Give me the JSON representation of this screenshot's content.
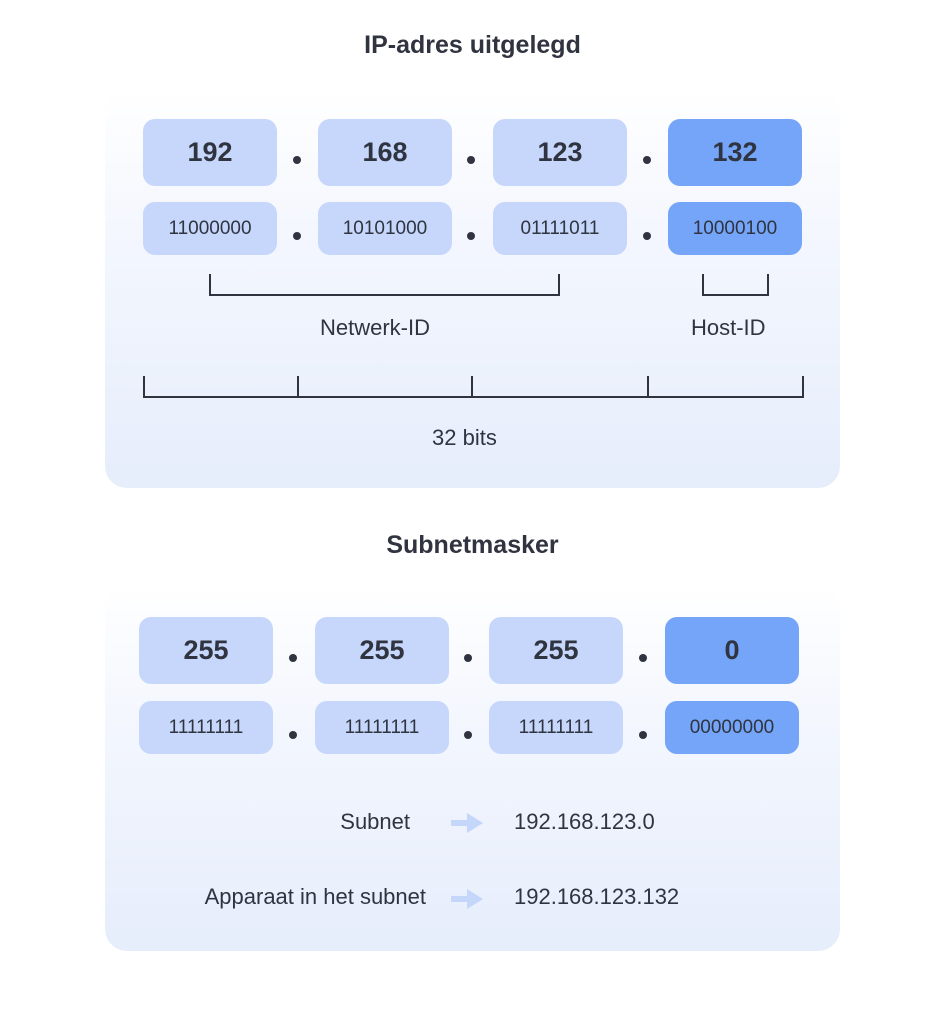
{
  "ip_section": {
    "title": "IP-adres uitgelegd",
    "octets": [
      {
        "decimal": "192",
        "binary": "11000000"
      },
      {
        "decimal": "168",
        "binary": "10101000"
      },
      {
        "decimal": "123",
        "binary": "01111011"
      },
      {
        "decimal": "132",
        "binary": "10000100"
      }
    ],
    "separator": ".",
    "network_label": "Netwerk-ID",
    "host_label": "Host-ID",
    "bits_label": "32 bits"
  },
  "mask_section": {
    "title": "Subnetmasker",
    "octets": [
      {
        "decimal": "255",
        "binary": "11111111"
      },
      {
        "decimal": "255",
        "binary": "11111111"
      },
      {
        "decimal": "255",
        "binary": "11111111"
      },
      {
        "decimal": "0",
        "binary": "00000000"
      }
    ],
    "rows": [
      {
        "label": "Subnet",
        "value": "192.168.123.0"
      },
      {
        "label": "Apparaat in het subnet",
        "value": "192.168.123.132"
      }
    ]
  },
  "colors": {
    "box": "#c6d7fb",
    "box_highlight": "#74a5f8",
    "text": "#2f3440",
    "arrow": "#c4d6fa"
  }
}
